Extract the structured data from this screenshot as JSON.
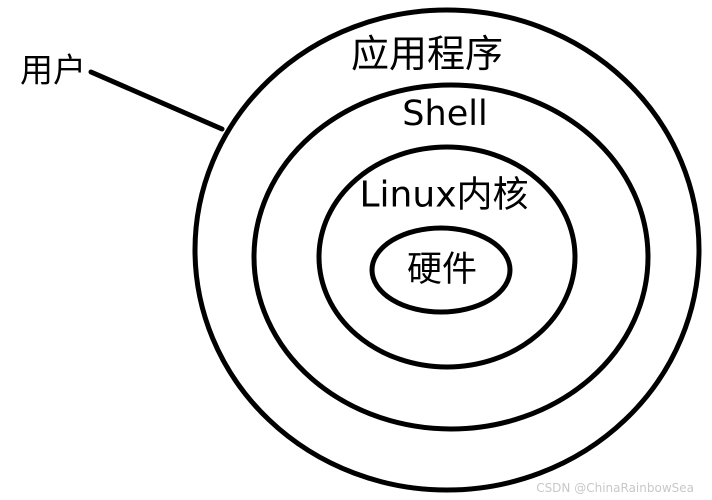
{
  "diagram": {
    "type": "concentric-rings",
    "description_layers_outer_to_inner": [
      "应用程序",
      "Shell",
      "Linux内核",
      "硬件"
    ]
  },
  "layers": [
    {
      "id": "applications",
      "label": "应用程序"
    },
    {
      "id": "shell",
      "label": "Shell"
    },
    {
      "id": "kernel",
      "label": "Linux内核"
    },
    {
      "id": "hardware",
      "label": "硬件"
    }
  ],
  "external_label": {
    "text": "用户"
  },
  "watermark": {
    "text": "CSDN @ChinaRainbowSea"
  },
  "colors": {
    "line": "#000000",
    "text": "#000000",
    "background": "#ffffff",
    "watermark": "#c8c8c8"
  }
}
